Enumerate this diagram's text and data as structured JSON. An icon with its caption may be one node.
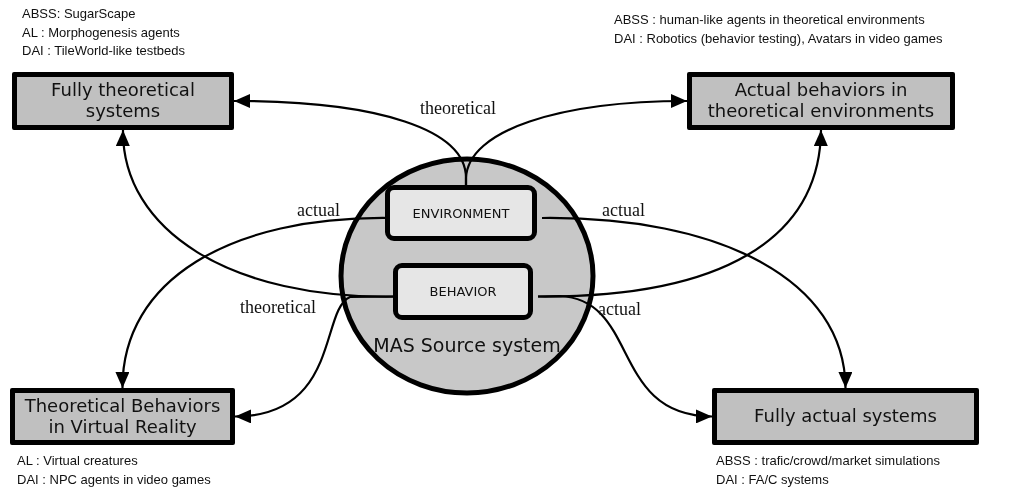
{
  "diagram": {
    "nodes": [
      {
        "text": [
          "Fully theoretical systems"
        ],
        "beside": [
          "ABSS: SugarScape",
          "AL : Morphogenesis agents",
          "DAI : TileWorld-like testbeds"
        ]
      },
      {
        "text": [
          "Actual behaviors in theoretical environments"
        ],
        "beside": [
          "ABSS : human-like agents in theoretical environments",
          "DAI : Robotics (behavior testing), Avatars in video games"
        ]
      },
      {
        "text": [
          "MAS Source system"
        ]
      },
      {
        "text": [
          "ENVIRONMENT"
        ],
        "in": 2
      },
      {
        "text": [
          "BEHAVIOR"
        ],
        "in": 2
      },
      {
        "text": [
          "Theoretical Behaviors in Virtual Reality"
        ],
        "beside": [
          "AL : Virtual creatures",
          "DAI : NPC agents in video games"
        ]
      },
      {
        "text": [
          "Fully actual systems"
        ],
        "beside": [
          "ABSS : trafic/crowd/market simulations",
          "DAI : FA/C systems"
        ]
      }
    ],
    "edges": [
      {
        "from": 3,
        "to": 0,
        "arrow": "to",
        "label": "theoretical"
      },
      {
        "from": 3,
        "to": 1,
        "arrow": "to"
      },
      {
        "from": 3,
        "to": 5,
        "arrow": "to",
        "label": "actual"
      },
      {
        "from": 3,
        "to": 6,
        "arrow": "to",
        "label": "actual"
      },
      {
        "from": 4,
        "to": 0,
        "arrow": "to",
        "label": "theoretical"
      },
      {
        "from": 4,
        "to": 5,
        "arrow": "to"
      },
      {
        "from": 4,
        "to": 1,
        "arrow": "to",
        "label": "actual"
      },
      {
        "from": 4,
        "to": 6,
        "arrow": "to"
      }
    ]
  }
}
